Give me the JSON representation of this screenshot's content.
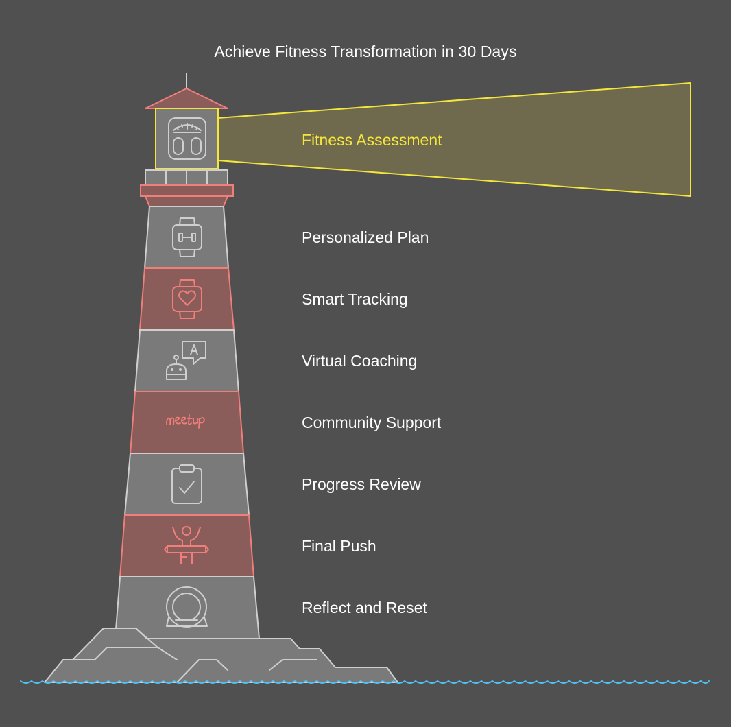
{
  "title": "Achieve Fitness Transformation in 30 Days",
  "colors": {
    "background": "#505050",
    "gray_band": "#7a7a7a",
    "red_band": "#8a5c5a",
    "red_stroke": "#f07f7c",
    "gray_stroke": "#cfcfcf",
    "highlight": "#f5e63a",
    "beam_fill": "#6f6a4e",
    "water": "#4fc3f7"
  },
  "highlighted_step": {
    "label": "Fitness Assessment",
    "icon": "weight-scale-icon"
  },
  "steps": [
    {
      "label": "Personalized Plan",
      "icon": "smartwatch-dumbbell-icon"
    },
    {
      "label": "Smart Tracking",
      "icon": "smartwatch-heart-icon"
    },
    {
      "label": "Virtual Coaching",
      "icon": "robot-chat-icon"
    },
    {
      "label": "Community Support",
      "icon": "meetup-logo-icon"
    },
    {
      "label": "Progress Review",
      "icon": "clipboard-check-icon"
    },
    {
      "label": "Final Push",
      "icon": "person-finish-line-icon"
    },
    {
      "label": "Reflect and Reset",
      "icon": "reset-ring-icon"
    }
  ]
}
